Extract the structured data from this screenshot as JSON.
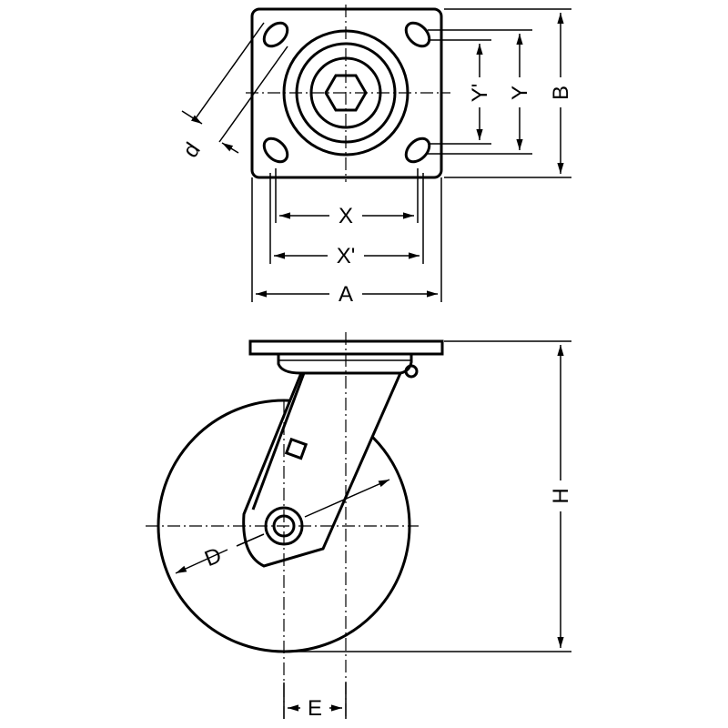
{
  "labels": {
    "A": "A",
    "B": "B",
    "X": "X",
    "X_prime": "X'",
    "Y": "Y",
    "Y_prime": "Y'",
    "d": "d",
    "D": "D",
    "E": "E",
    "H": "H"
  },
  "colors": {
    "line": "#000000",
    "background": "#ffffff"
  }
}
